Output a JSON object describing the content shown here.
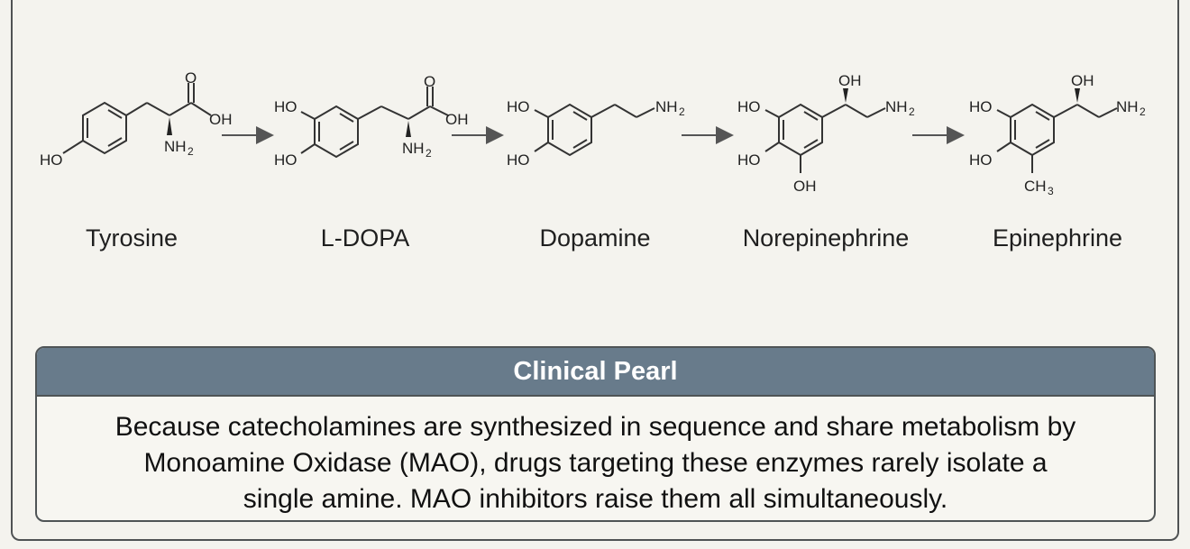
{
  "molecules": [
    {
      "name": "Tyrosine"
    },
    {
      "name": "L-DOPA"
    },
    {
      "name": "Dopamine"
    },
    {
      "name": "Norepinephrine"
    },
    {
      "name": "Epinephrine"
    }
  ],
  "atom_labels": {
    "ho": "HO",
    "oh": "OH",
    "o": "O",
    "nh": "NH",
    "ch": "CH",
    "sub2": "2",
    "sub3": "3"
  },
  "pearl": {
    "title": "Clinical Pearl",
    "line1": "Because catecholamines are synthesized in sequence and share metabolism by",
    "line2": "Monoamine Oxidase (MAO), drugs targeting these enzymes rarely isolate a",
    "line3": "single amine. MAO inhibitors raise them all simultaneously."
  }
}
